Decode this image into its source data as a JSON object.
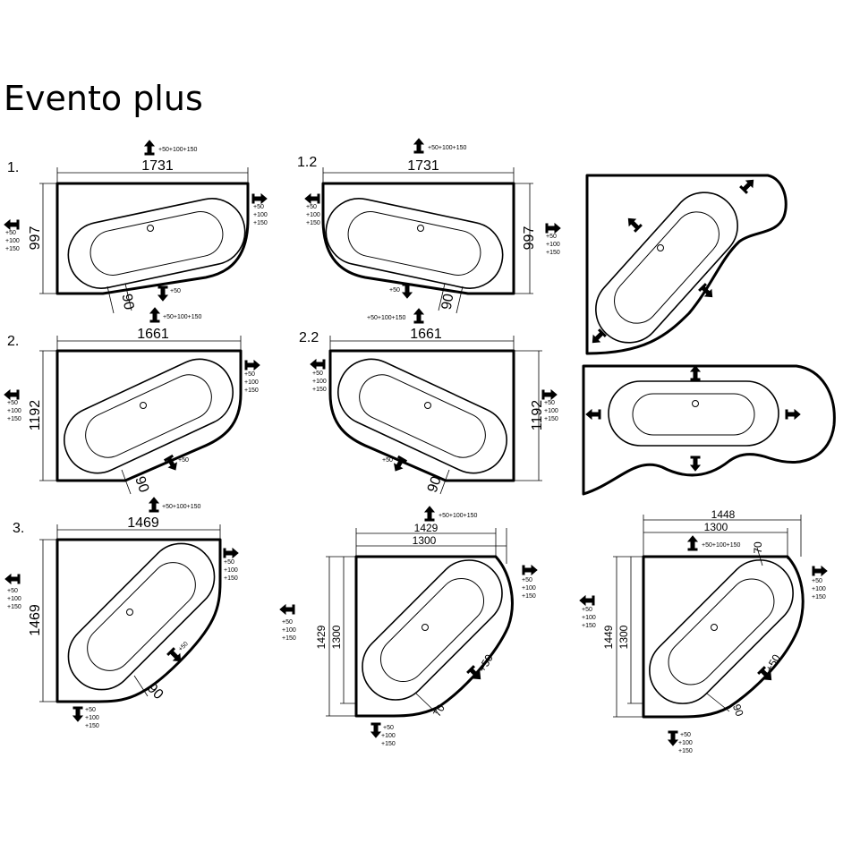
{
  "title": "Evento plus",
  "arrow_icon": "extension-arrow-icon",
  "variants": {
    "v1": {
      "label": "1.",
      "width": "1731",
      "height": "997",
      "cut": "90",
      "top": "+50+100+150",
      "left": [
        "+50",
        "+100",
        "+150"
      ],
      "right": [
        "+50",
        "+100",
        "+150"
      ],
      "bottom": "+50"
    },
    "v12": {
      "label": "1.2",
      "width": "1731",
      "height": "997",
      "cut": "90",
      "top": "+50+100+150",
      "left": [
        "+50",
        "+100",
        "+150"
      ],
      "right": [
        "+50",
        "+100",
        "+150"
      ],
      "bottom": "+50"
    },
    "v2": {
      "label": "2.",
      "width": "1661",
      "height": "1192",
      "cut": "90",
      "top": "+50+100+150",
      "left": [
        "+50",
        "+100",
        "+150"
      ],
      "right": [
        "+50",
        "+100",
        "+150"
      ],
      "bottom": "+50"
    },
    "v22": {
      "label": "2.2",
      "width": "1661",
      "height": "1192",
      "cut": "90",
      "top": "+50+100+150",
      "left": [
        "+50",
        "+100",
        "+150"
      ],
      "right": [
        "+50",
        "+100",
        "+150"
      ],
      "bottom": "+50"
    },
    "v3": {
      "label": "3.",
      "width": "1469",
      "height": "1469",
      "cut": "90",
      "top": "+50+100+150",
      "left": [
        "+50",
        "+100",
        "+150"
      ],
      "right": [
        "+50",
        "+100",
        "+150"
      ],
      "diag": "+50",
      "bottom": [
        "+50",
        "+100",
        "+150"
      ]
    },
    "v4": {
      "outer_w": "1429",
      "inner_w": "1300",
      "outer_h": "1429",
      "inner_h": "1300",
      "cut": "70",
      "top": "+50+100+150",
      "left": [
        "+50",
        "+100",
        "+150"
      ],
      "right": [
        "+50",
        "+100",
        "+150"
      ],
      "diag": "+50",
      "bottom": [
        "+50",
        "+100",
        "+150"
      ]
    },
    "v5": {
      "outer_w": "1448",
      "inner_w": "1300",
      "outer_h": "1449",
      "inner_h": "1300",
      "cut_top": "70",
      "cut": "90",
      "top": "+50+100+150",
      "left": [
        "+50",
        "+100",
        "+150"
      ],
      "right": [
        "+50",
        "+100",
        "+150"
      ],
      "diag": "+50",
      "bottom": [
        "+50",
        "+100",
        "+150"
      ]
    }
  }
}
